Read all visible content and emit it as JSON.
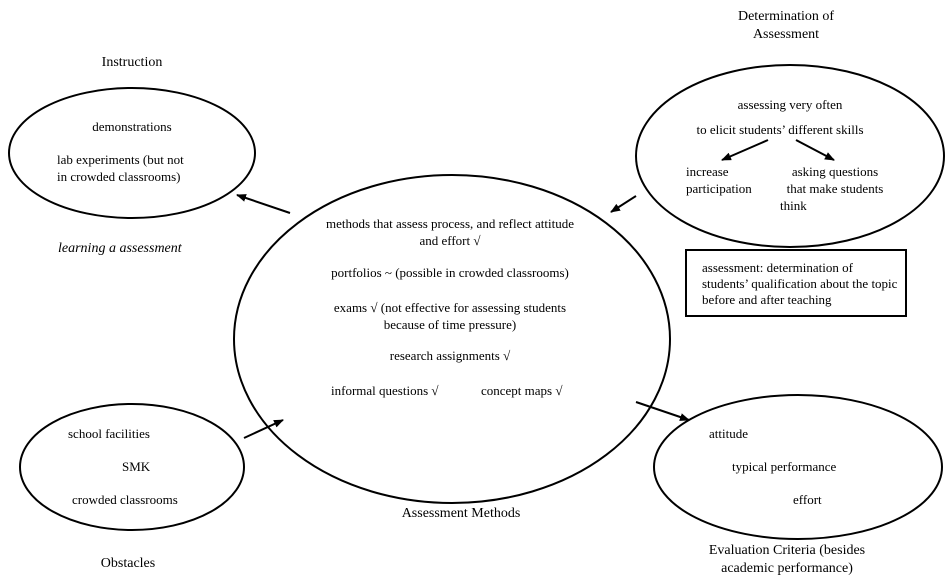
{
  "instruction": {
    "title": "Instruction",
    "items": [
      "demonstrations",
      "lab experiments (but not",
      "in crowded classrooms)"
    ],
    "note": "learning a assessment"
  },
  "determination": {
    "title_line1": "Determination of",
    "title_line2": "Assessment",
    "items": [
      "assessing very often",
      "to elicit students’ different skills"
    ],
    "branch_left": [
      "increase",
      "participation"
    ],
    "branch_right": [
      "asking questions",
      "that make students",
      "think"
    ]
  },
  "definition_box": {
    "text": "assessment: determination of students’ qualification about the topic before and after teaching"
  },
  "assessment_methods": {
    "title": "Assessment Methods",
    "items": [
      "methods that assess process, and reflect attitude",
      "and effort √",
      "portfolios ~ (possible in crowded classrooms)",
      "exams √ (not effective for assessing students",
      "because of  time pressure)",
      "research assignments √",
      "informal questions √",
      "concept maps √"
    ]
  },
  "obstacles": {
    "title": "Obstacles",
    "items": [
      "school facilities",
      "SMK",
      "crowded classrooms"
    ]
  },
  "evaluation": {
    "title_line1": "Evaluation Criteria (besides",
    "title_line2": "academic performance)",
    "items": [
      "attitude",
      "typical performance",
      "effort"
    ]
  }
}
